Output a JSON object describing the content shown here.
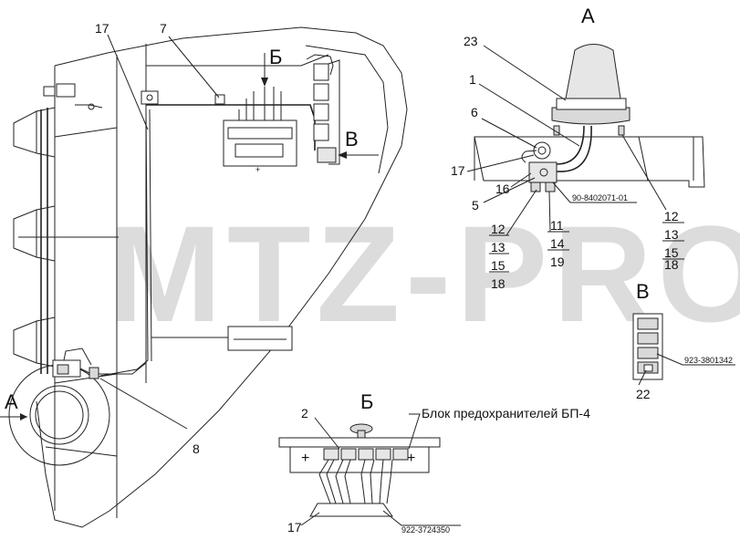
{
  "watermark": "MTZ-PRO",
  "views": {
    "a": "А",
    "b": "Б",
    "v": "В"
  },
  "callouts": {
    "c17_top": "17",
    "c7": "7",
    "c8": "8",
    "c2": "2",
    "c17_bottom": "17",
    "c23": "23",
    "c1": "1",
    "c6": "6",
    "c17_right": "17",
    "c5": "5",
    "c16": "16",
    "c22": "22"
  },
  "stack_left": [
    "12",
    "13",
    "15",
    "18"
  ],
  "stack_mid": [
    "11",
    "14",
    "19"
  ],
  "stack_right": [
    "12",
    "13",
    "15",
    "18"
  ],
  "part_numbers": {
    "beacon_bracket": "90-8402071-01",
    "switch_block": "923-3801342",
    "harness": "922-3724350"
  },
  "fuse_block_label": "Блок предохранителей БП-4"
}
